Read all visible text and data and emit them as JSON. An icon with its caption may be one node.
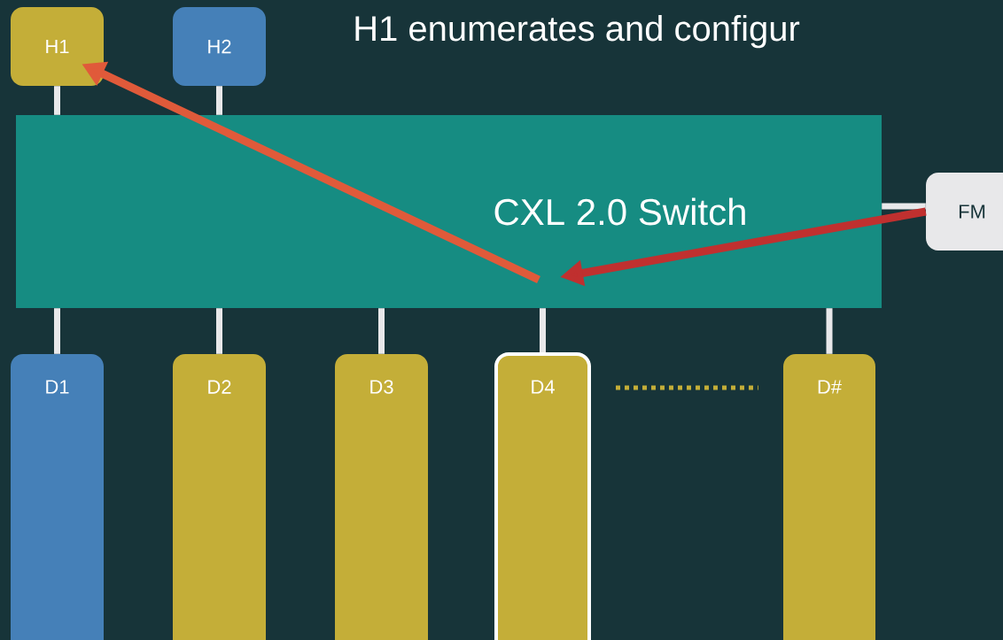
{
  "diagram": {
    "title": "H1 enumerates and configur",
    "nodes": [
      {
        "text": [
          "H1"
        ]
      },
      {
        "text": [
          "H2"
        ]
      },
      {
        "text": [
          "CXL 2.0 Switch"
        ]
      },
      {
        "text": [
          "FM"
        ]
      },
      {
        "text": [
          "D1"
        ]
      },
      {
        "text": [
          "D2"
        ]
      },
      {
        "text": [
          "D3"
        ]
      },
      {
        "text": [
          "D4"
        ]
      },
      {
        "text": [
          "D#"
        ]
      }
    ],
    "edges": [
      {
        "from": 0,
        "to": 2,
        "arrow": "none"
      },
      {
        "from": 1,
        "to": 2,
        "arrow": "none"
      },
      {
        "from": 2,
        "to": 3,
        "arrow": "none"
      },
      {
        "from": 2,
        "to": 4,
        "arrow": "none"
      },
      {
        "from": 2,
        "to": 5,
        "arrow": "none"
      },
      {
        "from": 2,
        "to": 6,
        "arrow": "none"
      },
      {
        "from": 2,
        "to": 7,
        "arrow": "none"
      },
      {
        "from": 2,
        "to": 8,
        "arrow": "none"
      },
      {
        "from": 7,
        "to": 8,
        "arrow": "none",
        "style": "dashed",
        "color": "#c4ae38"
      },
      {
        "from": 3,
        "to": 2,
        "arrow": "to",
        "color": "#c0302f"
      },
      {
        "from": 2,
        "to": 0,
        "arrow": "to",
        "color": "#e05a3a"
      }
    ]
  }
}
